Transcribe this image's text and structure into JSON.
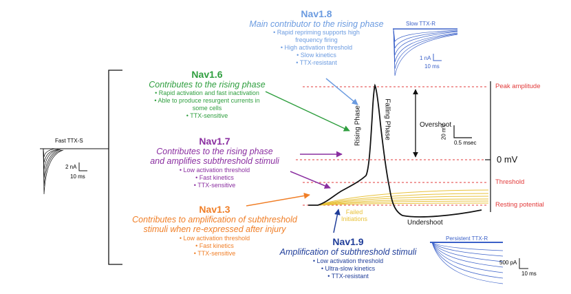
{
  "nav18": {
    "name": "Nav1.8",
    "subtitle": "Main contributor to the rising phase",
    "bullets": [
      "• Rapid repriming supports high frequency firing",
      "• High activation threshold",
      "• Slow kinetics",
      "• TTX-resistant"
    ]
  },
  "nav16": {
    "name": "Nav1.6",
    "subtitle": "Contributes to the rising phase",
    "bullets": [
      "• Rapid activation and fast inactivation",
      "• Able to produce resurgent currents in some cells",
      "• TTX-sensitive"
    ]
  },
  "nav17": {
    "name": "Nav1.7",
    "subtitle_1": "Contributes to the rising phase",
    "subtitle_2": "and amplifies subthreshold stimuli",
    "bullets": [
      "• Low activation threshold",
      "• Fast kinetics",
      "• TTX-sensitive"
    ]
  },
  "nav13": {
    "name": "Nav1.3",
    "subtitle_1": "Contributes to amplification of subthreshold",
    "subtitle_2": "stimuli when re-expressed after injury",
    "bullets": [
      "• Low activation threshold",
      "• Fast kinetics",
      "• TTX-sensitive"
    ]
  },
  "nav19": {
    "name": "Nav1.9",
    "subtitle": "Amplification of subthreshold stimuli",
    "bullets": [
      "• Low activation threshold",
      "• Ultra-slow kinetics",
      "• TTX-resistant"
    ]
  },
  "levels": {
    "peak": "Peak amplitude",
    "threshold": "Threshold",
    "resting": "Resting potential",
    "zero": "0 mV"
  },
  "phases": {
    "rising": "Rising Phase",
    "falling": "Falling Phase",
    "overshoot": "Overshoot",
    "undershoot": "Undershoot",
    "failed_1": "Failed",
    "failed_2": "Initiations"
  },
  "scalebars": {
    "ap_voltage": "20 mV",
    "ap_time": "0.5 msec",
    "fast_title": "Fast TTX-S",
    "fast_current": "2 nA",
    "fast_time": "10 ms",
    "slow_title": "Slow TTX-R",
    "slow_current": "1 nA",
    "slow_time": "10 ms",
    "persistent_title": "Persistent TTX-R",
    "persistent_current": "500 pA",
    "persistent_time": "10 ms"
  },
  "colors": {
    "nav18": "#6b9be0",
    "nav16": "#2e9e3e",
    "nav17": "#8a2ea0",
    "nav13": "#f07e26",
    "nav19": "#1f3d99",
    "level_line": "#e23a3a",
    "failed": "#e8c23a"
  }
}
